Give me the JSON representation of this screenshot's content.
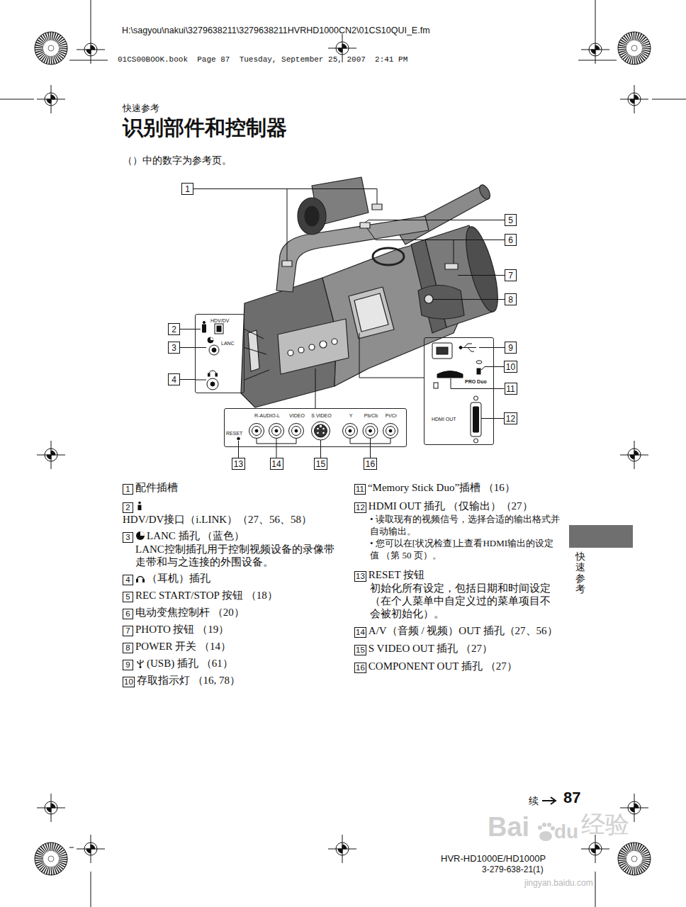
{
  "diagram": {
    "title": "识别部件和控制器",
    "nodes": [
      {
        "text": [
          "1"
        ]
      },
      {
        "text": [
          "5"
        ]
      },
      {
        "text": [
          "6"
        ]
      },
      {
        "text": [
          "7"
        ]
      },
      {
        "text": [
          "8"
        ]
      },
      {
        "text": [
          "2"
        ]
      },
      {
        "text": [
          "3"
        ]
      },
      {
        "text": [
          "4"
        ]
      },
      {
        "text": [
          "HDV/DV",
          "LANC"
        ]
      },
      {
        "text": [
          "9"
        ]
      },
      {
        "text": [
          "10"
        ]
      },
      {
        "text": [
          "11"
        ]
      },
      {
        "text": [
          "12"
        ]
      },
      {
        "text": [
          "PRO Duo",
          "HDMI OUT"
        ]
      },
      {
        "text": [
          "R-AUDIO-L",
          "VIDEO",
          "S VIDEO",
          "Y",
          "Pb/Cb",
          "Pr/Cr",
          "RESET"
        ]
      },
      {
        "text": [
          "13"
        ]
      },
      {
        "text": [
          "14"
        ]
      },
      {
        "text": [
          "15"
        ]
      },
      {
        "text": [
          "16"
        ]
      },
      {
        "text": [
          "1",
          "配件插槽"
        ]
      },
      {
        "text": [
          "2",
          "HDV/DV接口（i.LINK）（27、56、58）"
        ]
      },
      {
        "text": [
          "3",
          "LANC 插孔 （蓝色）",
          "LANC控制插孔用于控制视频设备的录像带走带和与之连接的外围设备。"
        ]
      },
      {
        "text": [
          "4",
          "（耳机）插孔"
        ]
      },
      {
        "text": [
          "5",
          "REC START/STOP 按钮 （18）"
        ]
      },
      {
        "text": [
          "6",
          "电动变焦控制杆 （20）"
        ]
      },
      {
        "text": [
          "7",
          "PHOTO 按钮 （19）"
        ]
      },
      {
        "text": [
          "8",
          "POWER 开关 （14）"
        ]
      },
      {
        "text": [
          "9",
          "(USB) 插孔 （61）"
        ]
      },
      {
        "text": [
          "10",
          "存取指示灯 （16, 78）"
        ]
      },
      {
        "text": [
          "11",
          "“Memory Stick Duo”插槽 （16）"
        ]
      },
      {
        "text": [
          "12",
          "HDMI OUT 插孔 （仅输出）（27）",
          "• 读取现有的视频信号，选择合适的输出格式并自动输出。",
          "• 您可以在[状况检查]上查看HDMI输出的设定值 （第 50 页）。"
        ]
      },
      {
        "text": [
          "13",
          "RESET 按钮",
          "初始化所有设定，包括日期和时间设定（在个人菜单中自定义过的菜单项目不会被初始化）。"
        ]
      },
      {
        "text": [
          "14",
          "A/V（音频 / 视频）OUT 插孔（27、56）"
        ]
      },
      {
        "text": [
          "15",
          "S VIDEO OUT 插孔 （27）"
        ]
      },
      {
        "text": [
          "16",
          "COMPONENT OUT 插孔 （27）"
        ]
      }
    ],
    "edges": [
      {
        "from": 5,
        "to": 8,
        "arrow": "none"
      },
      {
        "from": 6,
        "to": 8,
        "arrow": "none"
      },
      {
        "from": 7,
        "to": 8,
        "arrow": "none"
      },
      {
        "from": 9,
        "to": 13,
        "arrow": "none"
      },
      {
        "from": 10,
        "to": 13,
        "arrow": "none"
      },
      {
        "from": 11,
        "to": 13,
        "arrow": "none"
      },
      {
        "from": 12,
        "to": 13,
        "arrow": "none"
      },
      {
        "from": 15,
        "to": 14,
        "arrow": "none"
      },
      {
        "from": 16,
        "to": 14,
        "arrow": "none"
      },
      {
        "from": 17,
        "to": 14,
        "arrow": "none"
      },
      {
        "from": 18,
        "to": 14,
        "arrow": "none"
      }
    ],
    "labels": [
      "H:\\sagyou\\nakui\\3279638211\\3279638211HVRHD1000CN2\\01CS10QUI_E.fm",
      "01CS00BOOK.book  Page 87  Tuesday, September 25, 2007  2:41 PM",
      "快速参考",
      "（）中的数字为参考页。",
      "快速参考",
      "续",
      "87",
      "HVR-HD1000E/HD1000P",
      "3-279-638-21(1)",
      "Bai",
      "du",
      "经验",
      "jingyan.baidu.com"
    ]
  }
}
